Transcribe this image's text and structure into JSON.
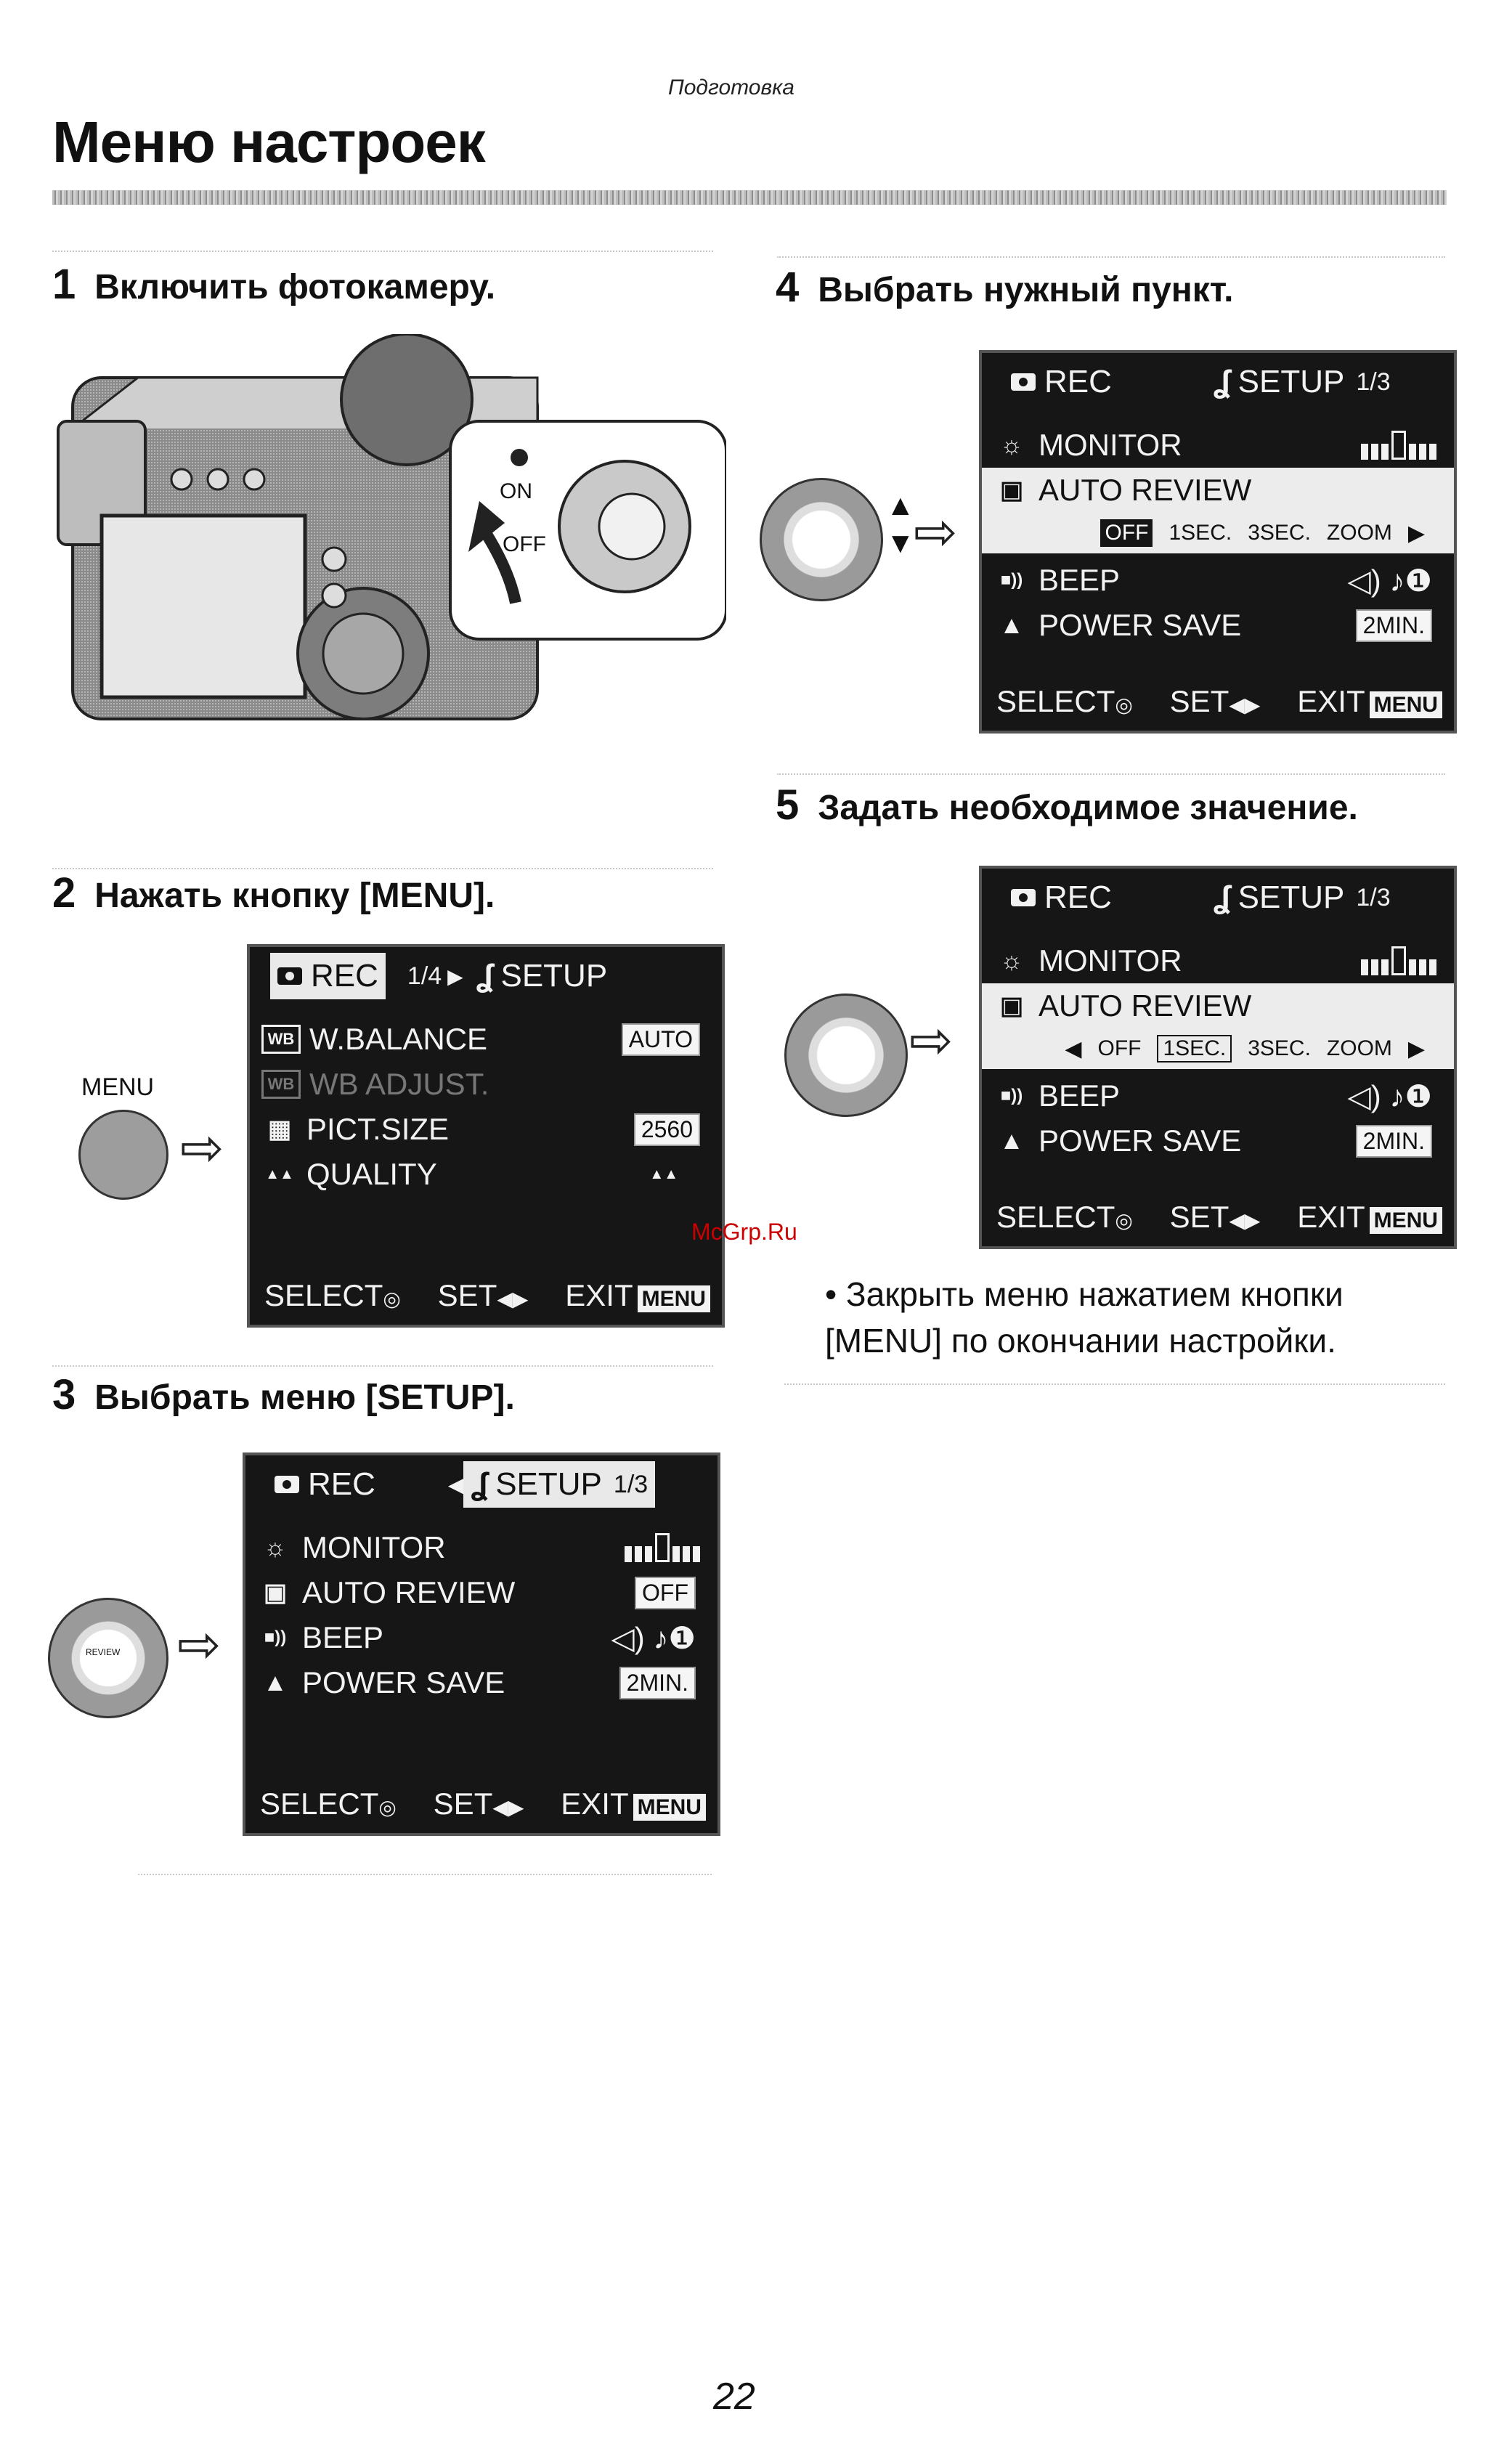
{
  "header": {
    "section": "Подготовка",
    "title": "Меню настроек"
  },
  "steps": [
    {
      "num": "1",
      "text": "Включить фотокамеру."
    },
    {
      "num": "2",
      "text": "Нажать кнопку [MENU]."
    },
    {
      "num": "3",
      "text": "Выбрать меню [SETUP]."
    },
    {
      "num": "4",
      "text": "Выбрать нужный пункт."
    },
    {
      "num": "5",
      "text": "Задать необходимое значение."
    }
  ],
  "camera": {
    "on_label": "ON",
    "off_label": "OFF"
  },
  "menu_button_label": "MENU",
  "screen_rec": {
    "rec_tab": "REC",
    "page": "1/4",
    "setup_tab": "SETUP",
    "items": [
      {
        "icon": "WB",
        "label": "W.BALANCE",
        "value": "AUTO"
      },
      {
        "icon": "WB",
        "label": "WB ADJUST.",
        "value": ""
      },
      {
        "icon": "▦",
        "label": "PICT.SIZE",
        "value": "2560"
      },
      {
        "icon": "▲▲",
        "label": "QUALITY",
        "value": "▲▲"
      }
    ],
    "footer": {
      "select": "SELECT",
      "set": "SET",
      "exit": "EXIT",
      "menu": "MENU"
    }
  },
  "screen_setup": {
    "rec_tab": "REC",
    "setup_tab": "SETUP",
    "page": "1/3",
    "items": [
      {
        "icon": "☼",
        "label": "MONITOR"
      },
      {
        "icon": "▣",
        "label": "AUTO REVIEW",
        "value": "OFF"
      },
      {
        "icon": "■))",
        "label": "BEEP",
        "value": "◁) ♪❶"
      },
      {
        "icon": "▲",
        "label": "POWER SAVE",
        "value": "2MIN."
      }
    ],
    "review_options": [
      "OFF",
      "1SEC.",
      "3SEC.",
      "ZOOM"
    ],
    "footer": {
      "select": "SELECT",
      "set": "SET",
      "exit": "EXIT",
      "menu": "MENU"
    }
  },
  "dial_label": "REVIEW",
  "watermark": "McGrp.Ru",
  "note": "• Закрыть меню нажатием кнопки [MENU] по окончании настройки.",
  "page_number": "22"
}
